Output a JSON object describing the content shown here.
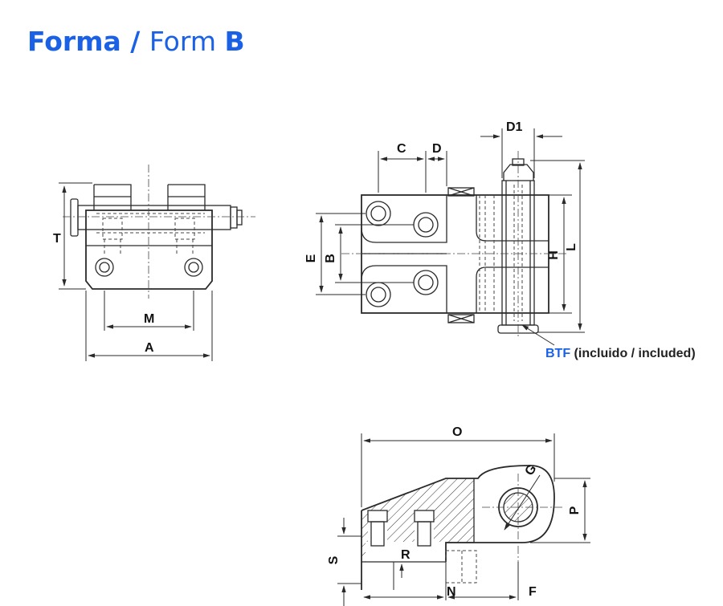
{
  "title": {
    "word1": "Forma",
    "sep": " / ",
    "word2": "Form",
    "letter": "B"
  },
  "labels": {
    "T": "T",
    "M": "M",
    "A": "A",
    "C": "C",
    "D": "D",
    "D1": "D1",
    "E": "E",
    "B": "B",
    "H": "H",
    "L": "L",
    "O": "O",
    "G": "G",
    "P": "P",
    "S": "S",
    "R": "R",
    "N": "N",
    "F": "F"
  },
  "btf": {
    "code": "BTF",
    "note": " (incluido / included)"
  },
  "colors": {
    "accent": "#1a61e6",
    "line": "#2a2a2a"
  }
}
